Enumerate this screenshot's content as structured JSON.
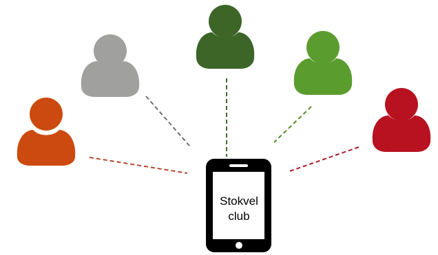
{
  "phone": {
    "label_line1": "Stokvel",
    "label_line2": "club"
  },
  "members": [
    {
      "id": "member-orange",
      "color": "#CC4A0F",
      "line_color": "#B5452A"
    },
    {
      "id": "member-gray",
      "color": "#A0A09E",
      "line_color": "#6E6E6E"
    },
    {
      "id": "member-dark-green",
      "color": "#3C6527",
      "line_color": "#3C6A2A"
    },
    {
      "id": "member-light-green",
      "color": "#5B9C2E",
      "line_color": "#4E8F25"
    },
    {
      "id": "member-red",
      "color": "#B81120",
      "line_color": "#A81C26"
    }
  ],
  "icons": {
    "person": "person-icon",
    "phone": "smartphone-icon"
  }
}
